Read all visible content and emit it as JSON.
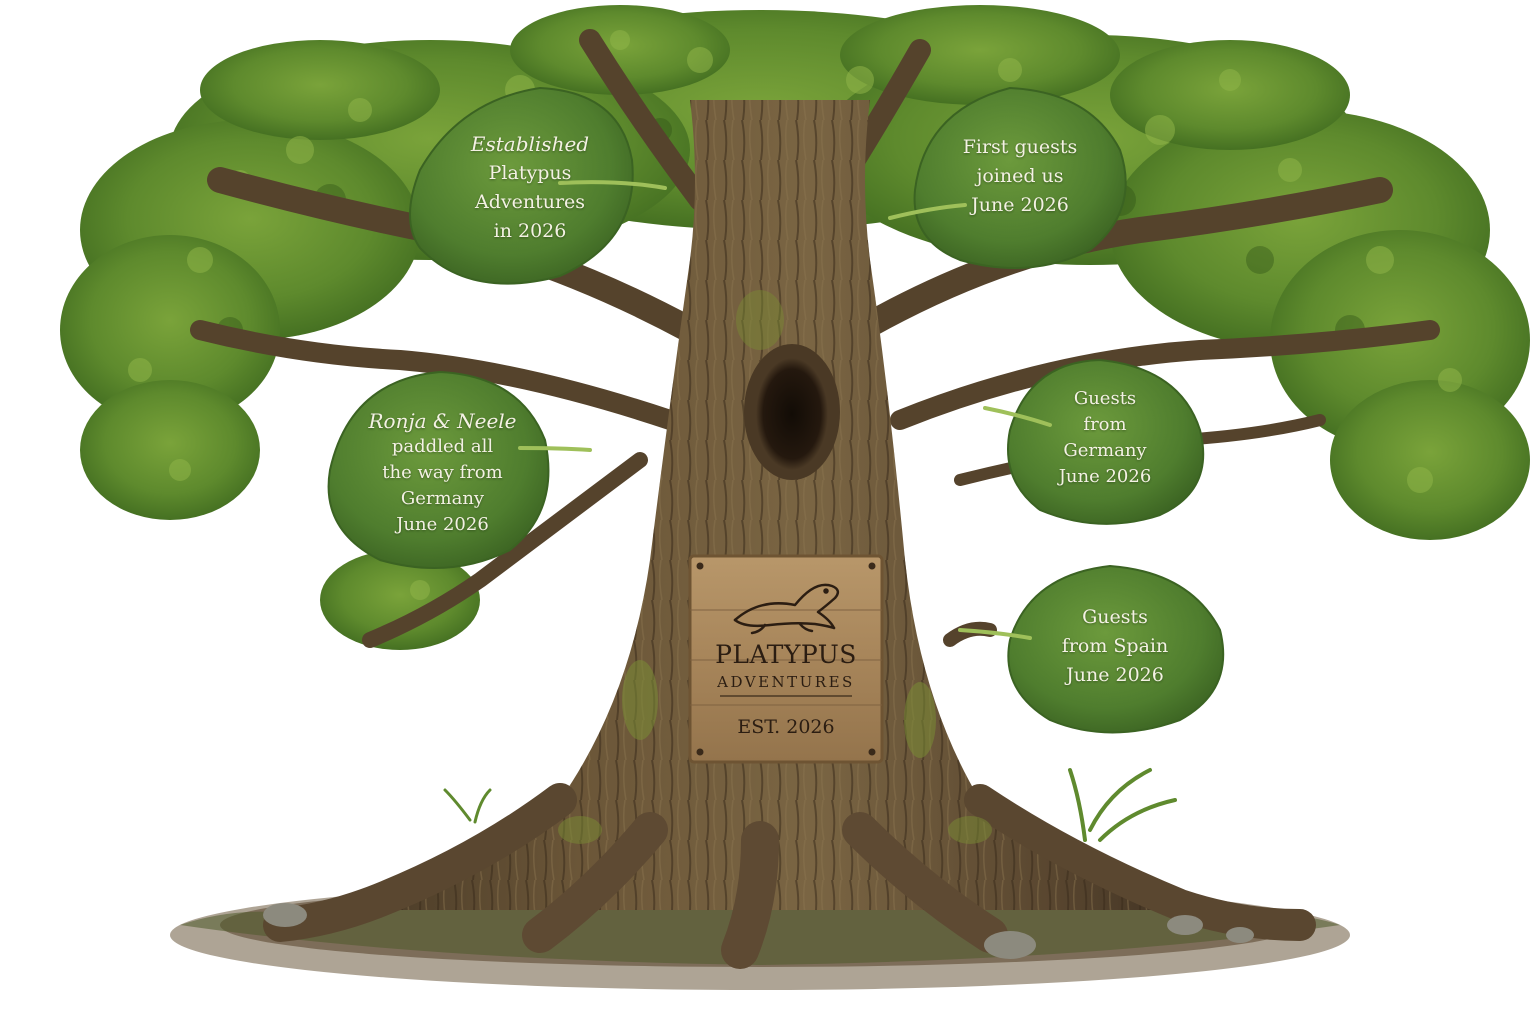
{
  "sign": {
    "title": "PLATYPUS",
    "subtitle": "ADVENTURES",
    "established": "EST. 2026",
    "logo_icon": "platypus-icon"
  },
  "leaves": [
    {
      "id": "established",
      "script": "Established",
      "lines": [
        "Platypus",
        "Adventures",
        "in 2026"
      ]
    },
    {
      "id": "first-guests",
      "script": "",
      "lines": [
        "First guests",
        "joined us",
        "June 2026"
      ]
    },
    {
      "id": "ronja-neele",
      "script": "Ronja & Neele",
      "lines": [
        "paddled all",
        "the way from",
        "Germany",
        "June 2026"
      ]
    },
    {
      "id": "guests-germany",
      "script": "",
      "lines": [
        "Guests",
        "from",
        "Germany",
        "June 2026"
      ]
    },
    {
      "id": "guests-spain",
      "script": "",
      "lines": [
        "Guests",
        "from Spain",
        "June 2026"
      ]
    }
  ],
  "colors": {
    "leaf_fill": "#4f7d2e",
    "leaf_dark": "#3b6322",
    "foliage": "#5d8a2c",
    "bark": "#5e4a33",
    "bark_dark": "#3e2f20",
    "sign_wood": "#a7855a",
    "sign_ink": "#2b1d12"
  }
}
